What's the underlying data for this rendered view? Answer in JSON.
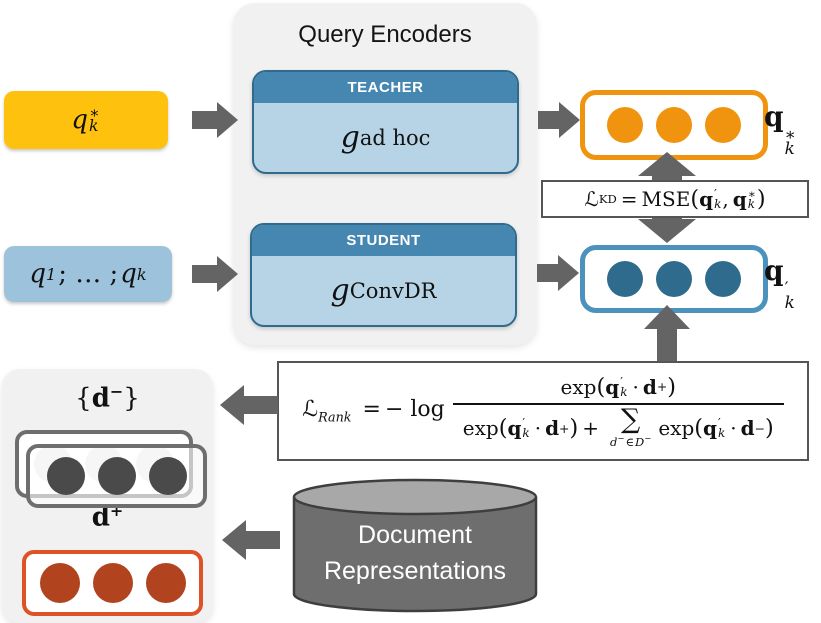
{
  "figure": {
    "encoders_panel": {
      "title": "Query Encoders"
    },
    "teacher": {
      "role_label": "TEACHER",
      "func": {
        "base": "g",
        "sub": "ad hoc"
      }
    },
    "student": {
      "role_label": "STUDENT",
      "func": {
        "base": "g",
        "sub": "ConvDR"
      }
    },
    "inputs": {
      "manual_query": {
        "base": "q",
        "sup": "∗",
        "sub": "k"
      },
      "conv_history": {
        "first_base": "q",
        "first_sub": "1",
        "separator": "; … ;",
        "last_base": "q",
        "last_sub": "k"
      }
    },
    "embeddings": {
      "teacher_vec_label": {
        "base": "q",
        "sup": "∗",
        "sub": "k"
      },
      "student_vec_label": {
        "base": "q",
        "sup": "′",
        "sub": "k"
      },
      "dots_per_vector": 3
    },
    "kd_loss": {
      "L": "ℒ",
      "sub": "KD",
      "eq": "=",
      "op": "MSE",
      "lp": "(",
      "comma": ",",
      "rp": ")"
    },
    "rank_loss": {
      "L": "ℒ",
      "sub": "Rank",
      "eq": "=",
      "neg_log": "− log",
      "exp": "exp",
      "lp": "(",
      "rp": ")",
      "cdot": "·",
      "plus": "+",
      "sum": "∑",
      "lim": {
        "d": "d",
        "minus": "−",
        "in": "∈",
        "D": "D"
      }
    },
    "documents": {
      "neg_label": {
        "lbrace": "{",
        "base": "d",
        "sup": "−",
        "rbrace": "}"
      },
      "pos_label": {
        "base": "d",
        "sup": "+"
      },
      "store": {
        "line1": "Document",
        "line2": "Representations"
      }
    },
    "sym": {
      "q": "q",
      "d": "d",
      "prime": "′",
      "star": "∗",
      "k": "k",
      "plus": "+",
      "minus": "−"
    }
  },
  "colors": {
    "manual_query_bg": "#fec20e",
    "conv_history_bg": "#9dc3dc",
    "encoder_header": "#4587b0",
    "encoder_body": "#b7d4e6",
    "encoder_border": "#2e6b8c",
    "teacher_vec": "#f0940f",
    "student_vec_border": "#4b93bd",
    "student_vec_dot": "#2e6b8c",
    "neg_doc_border": "#6e6e6e",
    "neg_doc_dot": "#4a4a4a",
    "pos_doc_border": "#dd5226",
    "pos_doc_dot": "#b2431f",
    "arrow": "#646464",
    "panel_bg": "#f1f1f2",
    "cylinder_body": "#6e6e6e",
    "cylinder_top": "#a8a8a8"
  }
}
